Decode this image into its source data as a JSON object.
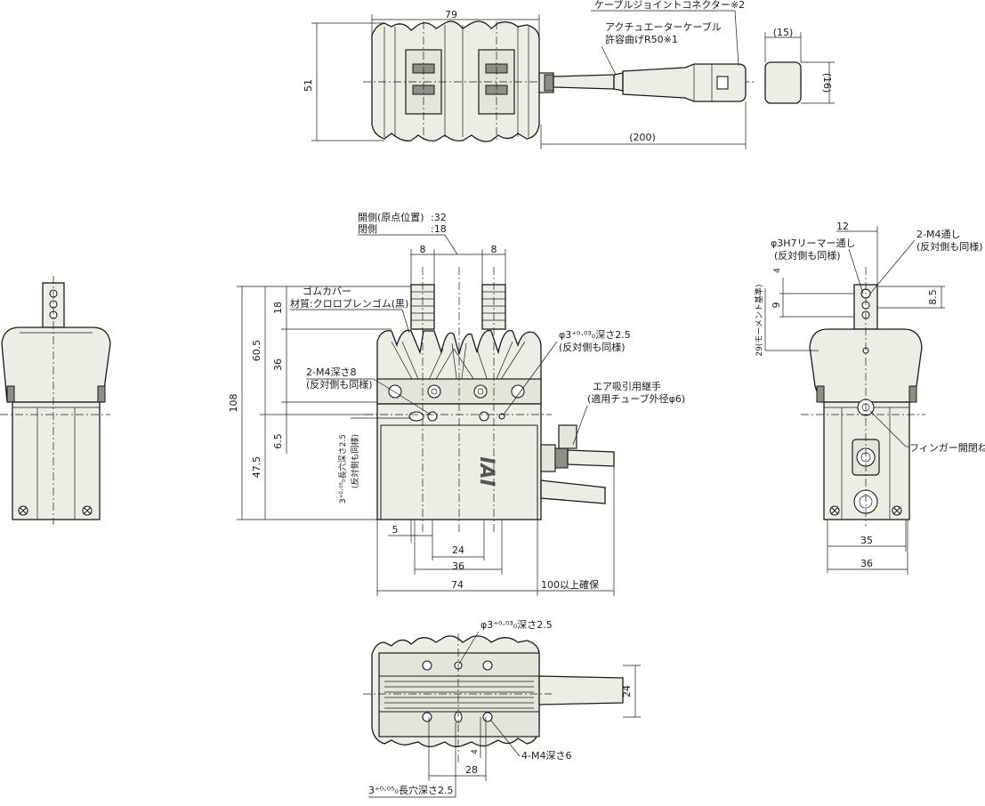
{
  "top_view": {
    "dim_width": "79",
    "dim_height": "51",
    "dim_cable_length": "(200)",
    "label_joint_connector": "ケーブルジョイントコネクター※2",
    "label_actuator_cable_1": "アクチュエーターケーブル",
    "label_actuator_cable_2": "許容曲げR50※1",
    "dim_connector_w": "(15)",
    "dim_connector_h": "(16)"
  },
  "front_view": {
    "label_open_side": "開側(原点位置)",
    "label_open_value": ":32",
    "label_close_side": "閉側",
    "label_close_value": ":18",
    "dim_finger_l": "8",
    "dim_finger_r": "8",
    "label_rubber_cover": "ゴムカバー",
    "label_material": "材質:クロロプレンゴム(黒)",
    "dim_108": "108",
    "dim_60_5": "60.5",
    "dim_47_5": "47.5",
    "dim_18": "18",
    "dim_36_v": "36",
    "dim_6_5": "6.5",
    "label_m4_depth": "2-M4深さ8",
    "label_opposite_1": "(反対側も同様)",
    "label_slot_v": "3⁺⁰·⁰⁵₀長穴深さ2.5",
    "label_opposite_2": "(反対側も同様)",
    "label_pin_hole": "φ3⁺⁰·⁰³₀深さ2.5",
    "label_opposite_3": "(反対側も同様)",
    "label_air_joint": "エア吸引用継手",
    "label_air_tube": "(適用チューブ外径φ6)",
    "dim_5": "5",
    "dim_24": "24",
    "dim_36": "36",
    "dim_74": "74",
    "label_clearance": "100以上確保",
    "logo_text": "IAI"
  },
  "right_view": {
    "dim_12": "12",
    "label_reamer": "φ3H7リーマー通し",
    "label_opposite_4": "(反対側も同様)",
    "label_m4_through": "2-M4通し",
    "label_opposite_5": "(反対側も同様)",
    "dim_4": "4",
    "dim_9": "9",
    "dim_8_5": "8.5",
    "label_moment": "29(モーメント基準)",
    "label_finger_screw": "フィンガー開閉ねじ",
    "dim_35": "35",
    "dim_36": "36"
  },
  "bottom_view": {
    "label_pin_hole": "φ3⁺⁰·⁰³₀深さ2.5",
    "dim_24": "24",
    "dim_4": "4",
    "dim_28": "28",
    "label_m4": "4-M4深さ6",
    "label_slot": "3⁺⁰·⁰⁵₀長穴深さ2.5"
  }
}
